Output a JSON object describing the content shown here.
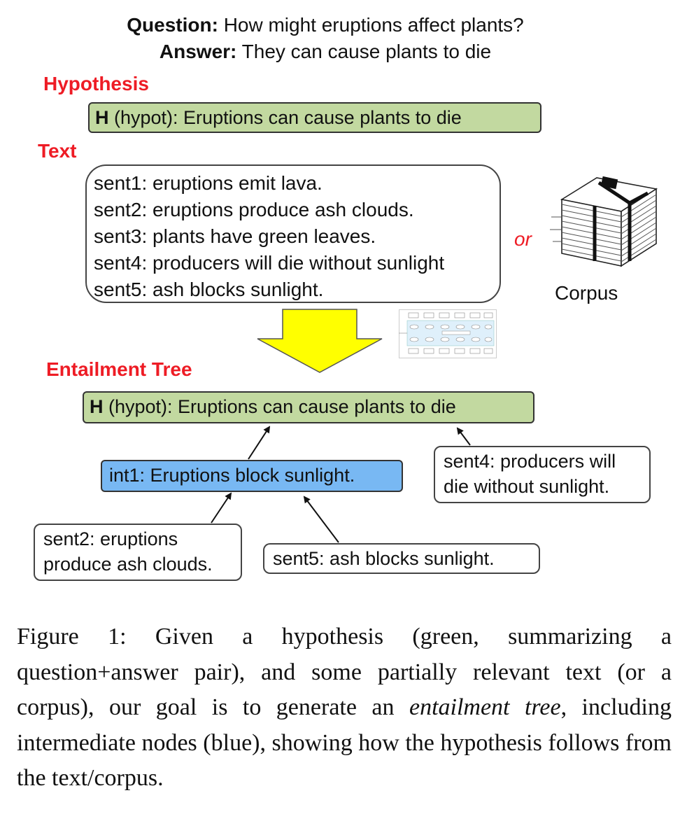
{
  "header": {
    "question_label": "Question:",
    "question_text": "How might eruptions affect plants?",
    "answer_label": "Answer:",
    "answer_text": "They can cause plants to die"
  },
  "hypothesis_section": {
    "label": "Hypothesis",
    "box_prefix": "H",
    "box_text": "(hypot): Eruptions can cause plants to die"
  },
  "text_section": {
    "label": "Text",
    "sentences": [
      "sent1: eruptions emit lava.",
      "sent2: eruptions produce ash clouds.",
      "sent3: plants have green leaves.",
      "sent4: producers will die without sunlight",
      "sent5: ash blocks sunlight."
    ],
    "or_label": "or",
    "corpus_label": "Corpus"
  },
  "tree_section": {
    "label": "Entailment Tree",
    "root_prefix": "H",
    "root_text": "(hypot): Eruptions can cause plants to die",
    "int1": "int1: Eruptions block sunlight.",
    "sent4_line1": "sent4: producers will",
    "sent4_line2": "die without sunlight.",
    "sent2_line1": "sent2: eruptions",
    "sent2_line2": "produce ash clouds.",
    "sent5": "sent5: ash blocks sunlight."
  },
  "caption": {
    "part1": "Figure 1:  Given a hypothesis (green, summarizing a question+answer pair), and some partially relevant text (or a corpus), our goal is to generate an ",
    "emphasis": "entailment tree",
    "part2": ", including intermediate nodes (blue), showing how the hypothesis follows from the text/corpus."
  },
  "colors": {
    "hypothesis_fill": "#c2d9a0",
    "intermediate_fill": "#78b8f3",
    "label_red": "#ee1c25",
    "arrow_yellow": "#ffff00"
  }
}
